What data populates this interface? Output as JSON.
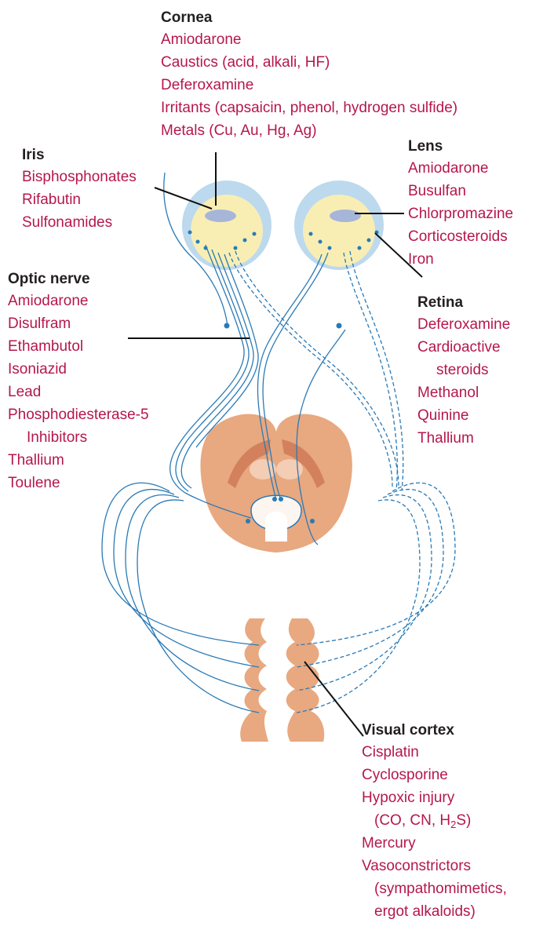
{
  "labels": {
    "cornea": {
      "title": "Cornea",
      "items": [
        "Amiodarone",
        "Caustics (acid, alkali, HF)",
        "Deferoxamine",
        "Irritants (capsaicin, phenol, hydrogen sulfide)",
        "Metals (Cu, Au, Hg, Ag)"
      ]
    },
    "iris": {
      "title": "Iris",
      "items": [
        "Bisphosphonates",
        "Rifabutin",
        "Sulfonamides"
      ]
    },
    "lens": {
      "title": "Lens",
      "items": [
        "Amiodarone",
        "Busulfan",
        "Chlorpromazine",
        "Corticosteroids",
        "Iron"
      ]
    },
    "optic_nerve": {
      "title": "Optic nerve",
      "items": [
        "Amiodarone",
        "Disulfram",
        "Ethambutol",
        "Isoniazid",
        "Lead",
        "Phosphodiesterase-5",
        "Inhibitors",
        "Thallium",
        "Toulene"
      ]
    },
    "retina": {
      "title": "Retina",
      "items": [
        "Deferoxamine",
        "Cardioactive",
        "steroids",
        "Methanol",
        "Quinine",
        "Thallium"
      ]
    },
    "visual_cortex": {
      "title": "Visual cortex",
      "items": [
        "Cisplatin",
        "Cyclosporine",
        "Hypoxic injury",
        "(CO, CN, H",
        "2",
        "S)",
        "Mercury",
        "Vasoconstrictors",
        "(sympathomimetics,",
        "ergot alkaloids)"
      ]
    }
  },
  "colors": {
    "drug_text": "#b5174d",
    "heading_text": "#231f20",
    "nerve": "#2a7ab5",
    "eye_outer": "#bcd9ee",
    "eye_inner": "#f8eeb4",
    "brain": "#e8a880"
  }
}
